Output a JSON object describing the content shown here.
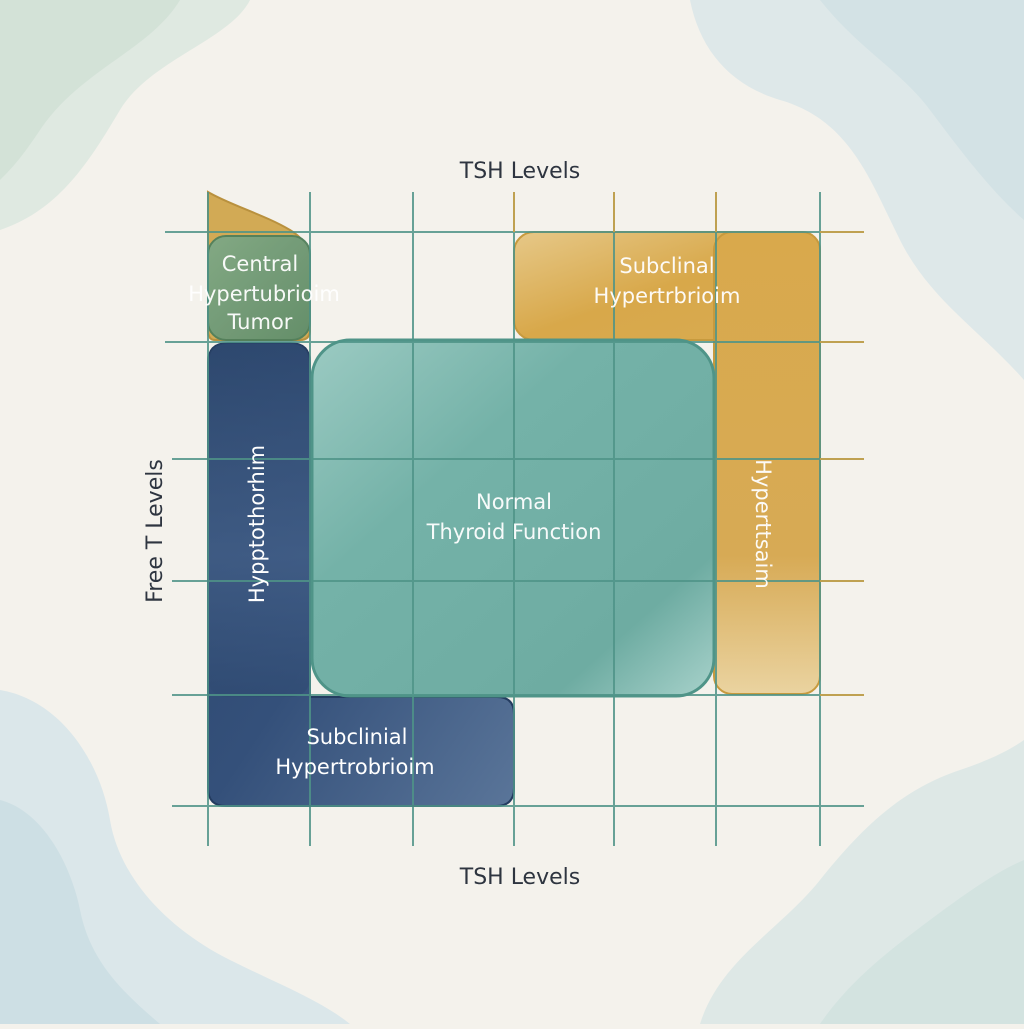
{
  "diagram": {
    "axis_labels": {
      "top": "TSH Levels",
      "bottom": "TSH Levels",
      "left": "Free T Levels"
    },
    "regions": {
      "central": {
        "lines": [
          "Central",
          "Hypertubrioim",
          "Tumor"
        ],
        "color": "#6f9a76"
      },
      "subclinical_top": {
        "lines": [
          "Subclinal",
          "Hypertrbrioim"
        ],
        "color": "#d8a84a"
      },
      "normal": {
        "lines": [
          "Normal",
          "Thyroid Function"
        ],
        "color": "#6fb0a6"
      },
      "hypothyroid": {
        "label": "Hypptothorhim",
        "color": "#2f4a72"
      },
      "hyperthyroid": {
        "label": "Hyperttsaim",
        "color": "#d8a84a"
      },
      "subclinical_bottom": {
        "lines": [
          "Subclinial",
          "Hypertrobrioim"
        ],
        "color": "#2f4a72"
      }
    },
    "colors": {
      "grid": "#4f9488",
      "grid_gold": "#c9a24a",
      "background": "#f4f2ec"
    }
  }
}
